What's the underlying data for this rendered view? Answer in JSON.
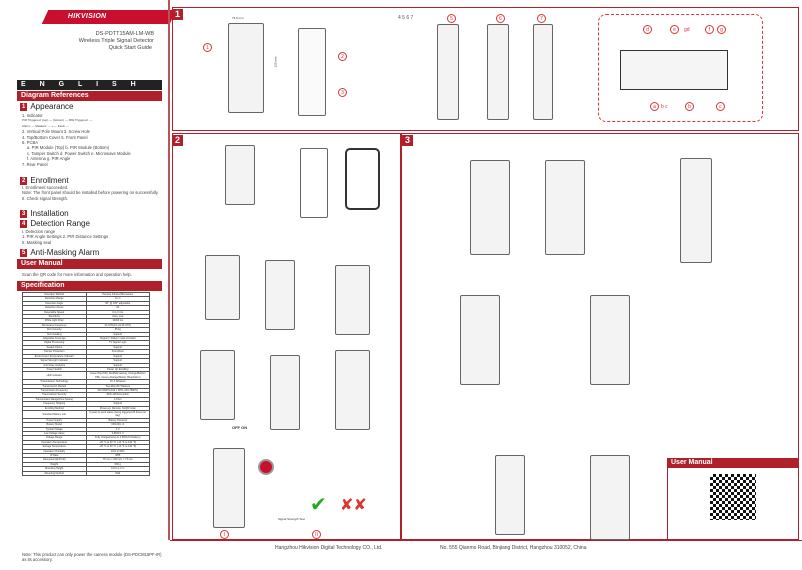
{
  "brand": "HIKVISION",
  "header": {
    "model": "DS-PDTT15AM-LM-WB",
    "product": "Wireless Triple Signal Detector",
    "doc": "Quick Start Guide"
  },
  "language": "E N G L I S H",
  "sections": {
    "diagram_refs": "Diagram References",
    "user_manual": "User Manual",
    "specification": "Specification"
  },
  "appearance": {
    "num": "1",
    "title": "Appearance",
    "lines": [
      "1. Indicator",
      "PIR Triggered: (top) — (bottom) —      MW Triggered: —",
      "Alarm: —      Masked: — + —      Fault: —",
      "2. Vertical Pole Mount  3. Screw Hole",
      "4. Top/Bottom Cover      5. Front Panel",
      "6. PCBA",
      "a. PIR Module (Top)  b. PIR Module (Bottom)",
      "c. Tamper Switch   d. Power Switch   e. Microwave Module",
      "f. Antenna           g. PIR Angle",
      "7. Rear Panel"
    ]
  },
  "enrollment": {
    "num": "2",
    "title": "Enrollment",
    "lines": [
      "I. Enrollment succeeded.",
      "Note: The front panel should be installed before powering on successfully.",
      "II. Check signal strength."
    ]
  },
  "installation": {
    "num": "3",
    "title": "Installation"
  },
  "detection": {
    "num": "4",
    "title": "Detection Range",
    "lines": [
      "I. Detection range",
      "1. PIR Angle Settings  2. PIR Distance Settings",
      "II. Masking seal"
    ]
  },
  "antimask": {
    "num": "5",
    "title": "Anti-Masking Alarm"
  },
  "user_manual_text": "Scan the QR code for more information and operation help.",
  "spec": [
    [
      "Detection Method",
      "Passive Infrared,Microwave"
    ],
    [
      "Detection Range",
      "11 m"
    ],
    [
      "Detection Angle",
      "90° @ 180° adjustable"
    ],
    [
      "Detection Zones",
      "92"
    ],
    [
      "Detectable Speed",
      "0.3~3 m/s"
    ],
    [
      "Sensitivity",
      "Auto, Low"
    ],
    [
      "White Light Filter",
      "10000 lux"
    ],
    [
      "Microwave Frequency",
      "24 GHz(24~24.25 GHz)"
    ],
    [
      "Pet Immunity",
      "35 kg"
    ],
    [
      "Anti-masking",
      "Support"
    ],
    [
      "Adaptable Coverage",
      "Support / Pattern mask included"
    ],
    [
      "Digital Processing",
      "TV Signal Logic"
    ],
    [
      "Sealed Optics",
      "Support"
    ],
    [
      "Tamper Protection",
      "Front,Rear"
    ],
    [
      "Environment Temperature Indicator",
      "Support"
    ],
    [
      "Signal Strength Indicator",
      "Support"
    ],
    [
      "Anti Sway Analytics",
      "Support"
    ],
    [
      "Power Switch",
      "Power Up Enrolling"
    ],
    [
      "LED Indicator",
      "Green(Top PIR), Red(Microwave), Orange(Bottom PIR), Green+Orange(Mask), Blue(Alarm)"
    ],
    [
      "Transmission Technology",
      "Tri-X Wireless"
    ],
    [
      "Transmission Method",
      "Two-Way RF Wireless"
    ],
    [
      "Transmission Frequency",
      "433.05MHz(433.1 MHz~433.75MHz)"
    ],
    [
      "Transmission Security",
      "AES-128 Encryption"
    ],
    [
      "Transmission Range(Free Space)",
      "1.8 km"
    ],
    [
      "Frequency Hopping",
      "Support"
    ],
    [
      "Enrolling Method",
      "Power-up, Remote, SLQR Code"
    ],
    [
      "Standard Battery Life",
      "5 years in work status (being triggered 20 times per day)"
    ],
    [
      "Power Supply",
      "Battery Powered"
    ],
    [
      "Battery Model",
      "CR123A ×1"
    ],
    [
      "Typical Voltage",
      "3 V"
    ],
    [
      "Low Voltage Value",
      "2.65±0.1 V"
    ],
    [
      "Voltage Range",
      "Fully charged(new) to 2.65±0.1V(battery)"
    ],
    [
      "Operation Temperature",
      "-25 °C to 60 °C (-13 °F to 140 °F)"
    ],
    [
      "Storage Temperature",
      "-25 °C to 60 °C (-13 °F to 140 °F)"
    ],
    [
      "Operation Humidity",
      "10% to 90%"
    ],
    [
      "IP Rate",
      "IP65"
    ],
    [
      "Dimension(W×H×D)",
      "75 mm × 220 mm × 73 mm"
    ],
    [
      "Weight",
      "600 g"
    ],
    [
      "Mounting Height",
      "0.8 to 1.2 m"
    ],
    [
      "Mounting Method",
      "Wall"
    ]
  ],
  "note": "Note: This product can only power the camera module (DS-PDCM15PF-IR) as its accessory.",
  "panels": {
    "p1": "1",
    "p2": "2",
    "p3": "3"
  },
  "callouts1": [
    "1",
    "2",
    "3",
    "4",
    "5",
    "6",
    "7"
  ],
  "pcb_labels": [
    "d",
    "e",
    "gd",
    "f",
    "g",
    "a",
    "b c",
    "b",
    "c"
  ],
  "dims": {
    "w": "74.5 mm",
    "h": "220 mm"
  },
  "switch": "OFF  ON",
  "signal_label": "Signal Strength Test",
  "steps2": [
    "I",
    "II"
  ],
  "user_manual_box": "User Manual",
  "footer": {
    "company": "Hangzhou Hikvision Digital Technology CO., Ltd.",
    "address": "No. 555 Qianmo Road, Binjiang District, Hangzhou 310052, China"
  },
  "colors": {
    "accent": "#b0202a"
  }
}
